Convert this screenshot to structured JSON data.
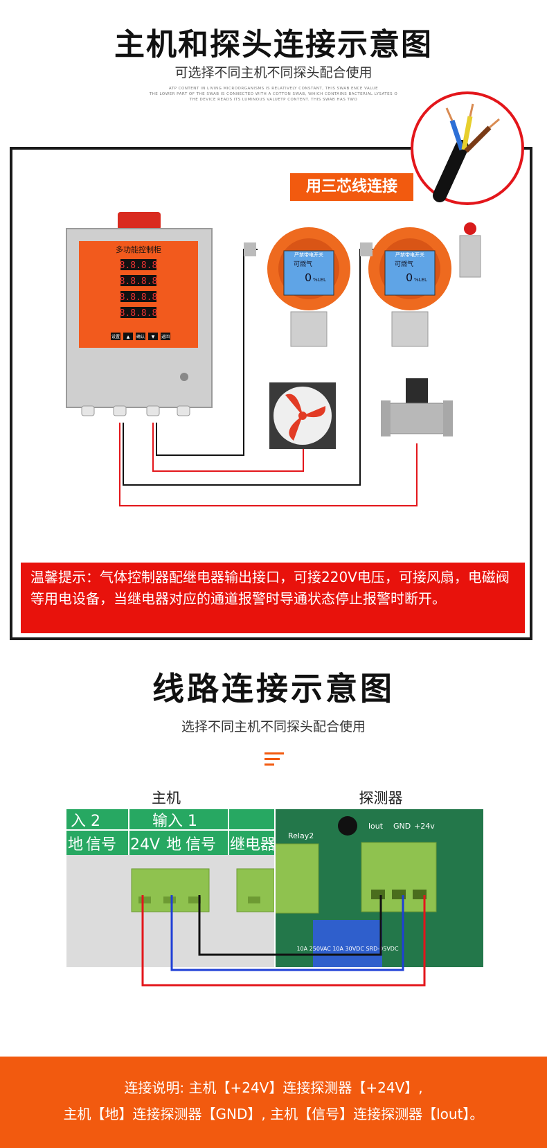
{
  "section1": {
    "title": "主机和探头连接示意图",
    "subtitle": "可选择不同主机不同探头配合使用",
    "fine_lines": [
      "ATP CONTENT IN LIVING MICROORGANISMS IS RELATIVELY CONSTANT, THIS SWAB ENCE VALUE",
      "THE LOWER PART OF THE SWAB IS CONNECTED WITH A COTTON SWAB, WHICH CONTAINS BACTERIAL LYSATES O",
      "THE DEVICE READS ITS LUMINOUS VALUETP CONTENT. THIS SWAB HAS TWO"
    ],
    "badge": "用三芯线连接",
    "controller_title": "多功能控制柜",
    "controller_displays": [
      "8.8.8.8",
      "8.8.8.8",
      "8.8.8.8",
      "8.8.8.8"
    ],
    "controller_buttons": [
      "设置",
      "▲",
      "确认",
      "▼",
      "返回"
    ],
    "detector_screen_title": "可燃气",
    "detector_screen_value": "0",
    "detector_screen_unit": "%LEL",
    "detector_banner": "严禁带电开关",
    "tip": "温馨提示：气体控制器配继电器输出接口，可接220V电压，可接风扇，电磁阀等用电设备，当继电器对应的通道报警时导通状态停止报警时断开。"
  },
  "section2": {
    "title": "线路连接示意图",
    "subtitle": "选择不同主机不同探头配合使用",
    "host_label": "主机",
    "detector_label": "探测器",
    "host_header_left": "入 2",
    "host_header_right": "输入 1",
    "host_cells": [
      "地",
      "信号",
      "24V",
      "地",
      "信号",
      "继电器"
    ],
    "detector_relay": "Relay2",
    "detector_pins": [
      "lout",
      "GND",
      "+24v"
    ],
    "relay_text": "10A 250VAC  10A 30VDC  SRD-05VDC",
    "note_line1": "连接说明: 主机【+24V】连接探测器【+24V】,",
    "note_line2": "主机【地】连接探测器【GND】, 主机【信号】连接探测器【lout】。"
  },
  "colors": {
    "accent": "#f25a0f",
    "tip_red": "#e8120c",
    "wire_red": "#e3161b",
    "wire_blue": "#1f3fd6",
    "wire_black": "#111111"
  }
}
